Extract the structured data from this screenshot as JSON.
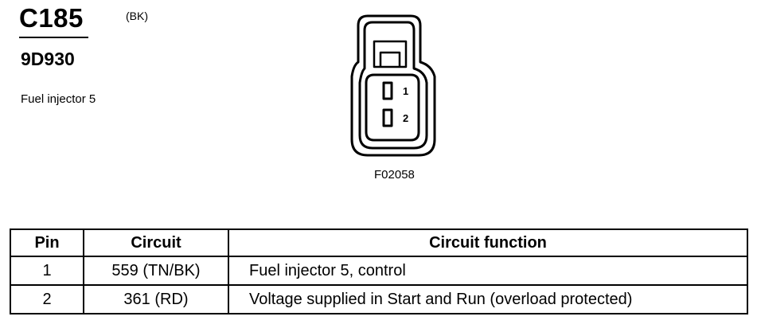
{
  "connector": {
    "id": "C185",
    "color": "(BK)",
    "part_number": "9D930",
    "description": "Fuel injector 5",
    "figure_id": "F02058",
    "pin_labels": [
      "1",
      "2"
    ]
  },
  "table": {
    "headers": {
      "pin": "Pin",
      "circuit": "Circuit",
      "function": "Circuit function"
    },
    "rows": [
      {
        "pin": "1",
        "circuit": "559 (TN/BK)",
        "function": "Fuel injector 5, control"
      },
      {
        "pin": "2",
        "circuit": "361 (RD)",
        "function": "Voltage supplied in Start and Run (overload protected)"
      }
    ]
  }
}
